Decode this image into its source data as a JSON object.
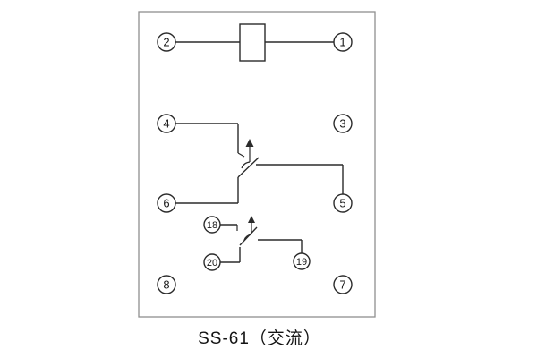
{
  "title": "SS-61（交流）",
  "diagram": {
    "type": "relay-terminal-wiring-schematic",
    "terminals": {
      "t1": "1",
      "t2": "2",
      "t3": "3",
      "t4": "4",
      "t5": "5",
      "t6": "6",
      "t7": "7",
      "t8": "8",
      "t18": "18",
      "t19": "19",
      "t20": "20"
    },
    "colors": {
      "line": "#2b2b2b",
      "border": "#8f8f8f",
      "background": "#ffffff",
      "text": "#141414"
    },
    "icons": [
      "coil-rect-icon",
      "no-contact-arrow-icon"
    ]
  }
}
